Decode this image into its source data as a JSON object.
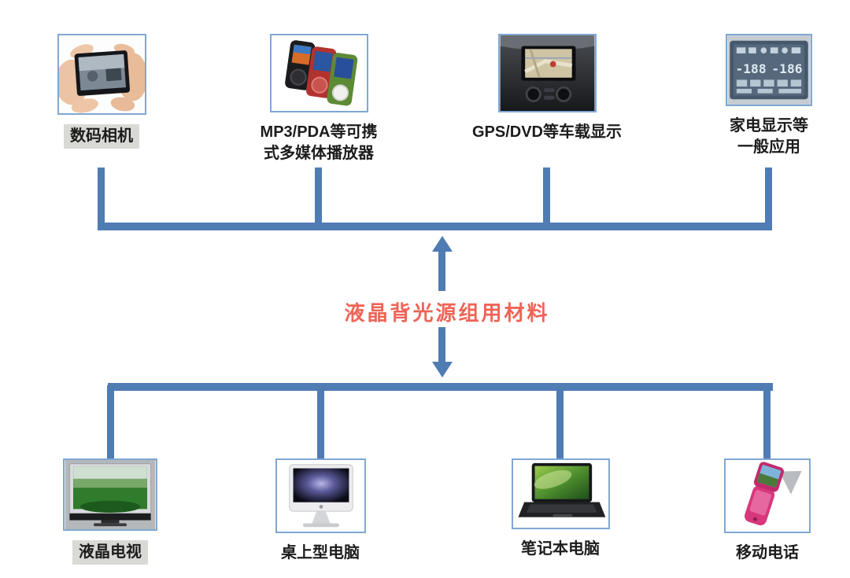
{
  "center": {
    "label": "液晶背光源组用材料",
    "color": "#ee6458"
  },
  "connector_color": "#4f7cb2",
  "top_row": [
    {
      "label": "数码相机",
      "icon": "digital-camera-in-hands-image",
      "highlighted": true
    },
    {
      "label": "MP3/PDA等可携\n式多媒体播放器",
      "icon": "portable-media-players-image",
      "highlighted": false
    },
    {
      "label": "GPS/DVD等车载显示",
      "icon": "car-dashboard-gps-image",
      "highlighted": false
    },
    {
      "label": "家电显示等\n一般应用",
      "icon": "appliance-lcd-panel-image",
      "highlighted": false
    }
  ],
  "bottom_row": [
    {
      "label": "液晶电视",
      "icon": "lcd-tv-image",
      "highlighted": true
    },
    {
      "label": "桌上型电脑",
      "icon": "desktop-computer-image",
      "highlighted": false
    },
    {
      "label": "笔记本电脑",
      "icon": "laptop-computer-image",
      "highlighted": false
    },
    {
      "label": "移动电话",
      "icon": "mobile-phone-image",
      "highlighted": false
    }
  ]
}
